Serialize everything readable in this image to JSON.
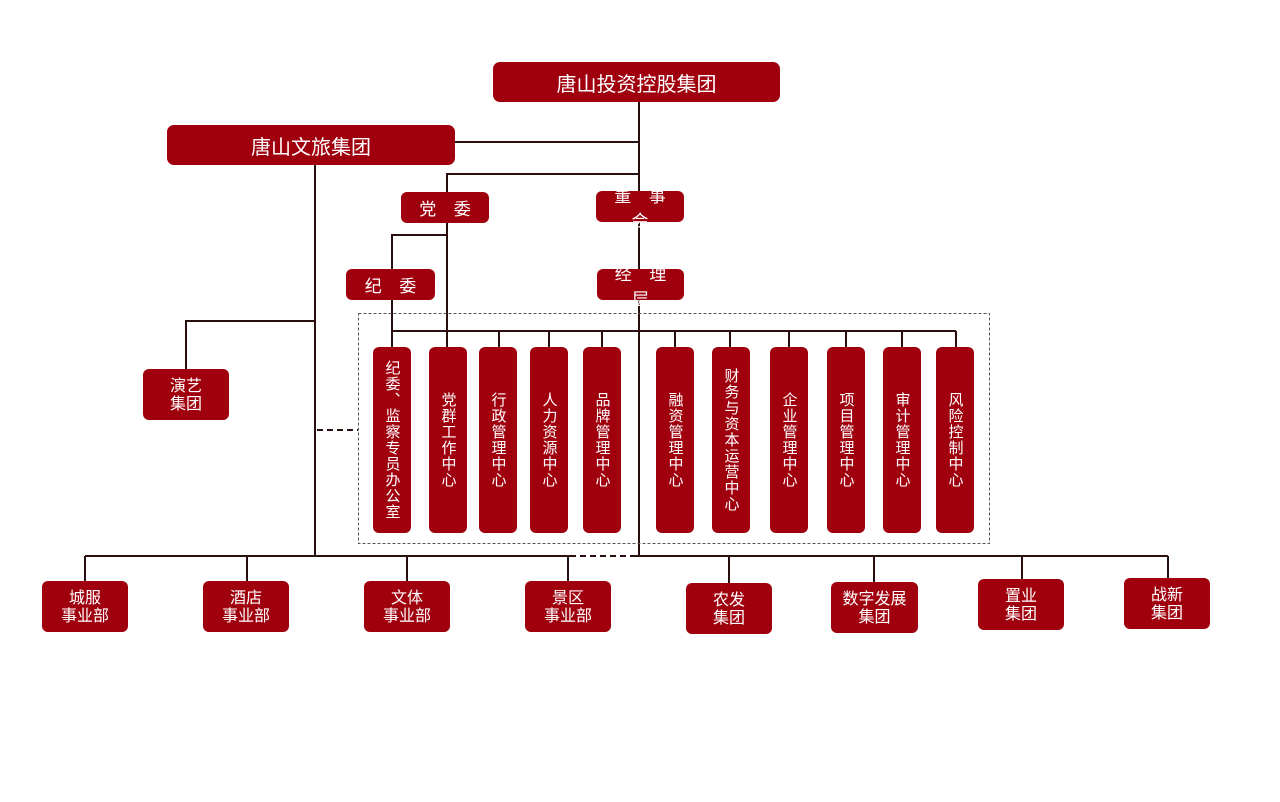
{
  "root": "唐山投资控股集团",
  "wenlv": "唐山文旅集团",
  "dangwei": "党 委",
  "dongshihui": "董 事 会",
  "jiwei": "纪 委",
  "jinglichen": "经 理 层",
  "yanyi": "演艺\n集团",
  "centers": [
    "纪委、监察专员办公室",
    "党群工作中心",
    "行政管理中心",
    "人力资源中心",
    "品牌管理中心",
    "融资管理中心",
    "财务与资本运营中心",
    "企业管理中心",
    "项目管理中心",
    "审计管理中心",
    "风险控制中心"
  ],
  "subsidiaries": [
    "城服\n事业部",
    "酒店\n事业部",
    "文体\n事业部",
    "景区\n事业部",
    "农发\n集团",
    "数字发展\n集团",
    "置业\n集团",
    "战新\n集团"
  ],
  "colors": {
    "node": "#a0000e",
    "line": "#2a0f0f",
    "dashed": "#555555"
  }
}
